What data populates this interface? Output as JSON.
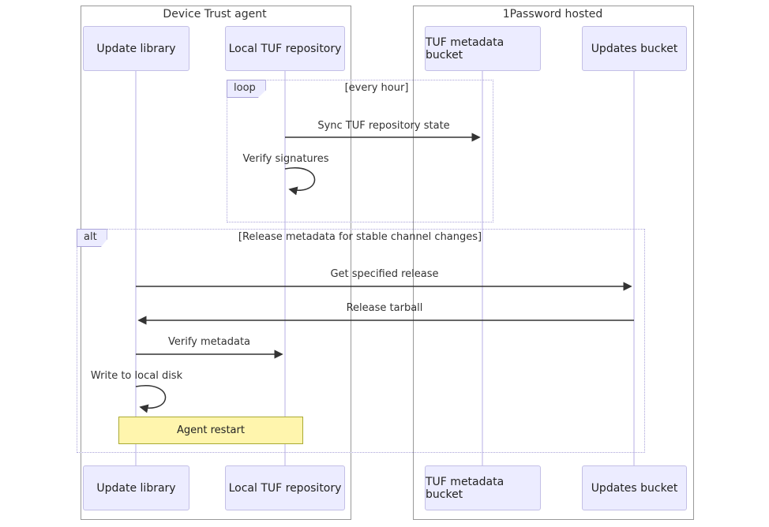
{
  "containers": {
    "left": {
      "title": "Device Trust agent"
    },
    "right": {
      "title": "1Password hosted"
    }
  },
  "participants": {
    "update_library": "Update library",
    "local_tuf_repository": "Local TUF repository",
    "tuf_metadata_bucket": "TUF metadata bucket",
    "updates_bucket": "Updates bucket"
  },
  "loop_frame": {
    "label": "loop",
    "condition": "[every hour]"
  },
  "alt_frame": {
    "label": "alt",
    "condition": "[Release metadata for stable channel changes]"
  },
  "messages": {
    "sync": {
      "label": "Sync TUF repository state",
      "from": "Local TUF repository",
      "to": "TUF metadata bucket"
    },
    "verify_signatures": {
      "label": "Verify signatures",
      "from": "Local TUF repository",
      "to": "Local TUF repository"
    },
    "get_release": {
      "label": "Get specified release",
      "from": "Update library",
      "to": "Updates bucket"
    },
    "release_tarball": {
      "label": "Release tarball",
      "from": "Updates bucket",
      "to": "Update library"
    },
    "verify_metadata": {
      "label": "Verify metadata",
      "from": "Update library",
      "to": "Local TUF repository"
    },
    "write_disk": {
      "label": "Write to local disk",
      "from": "Update library",
      "to": "Update library"
    }
  },
  "note": {
    "text": "Agent restart",
    "over": "Update library, Local TUF repository"
  },
  "colors": {
    "participant_fill": "#ECECFF",
    "participant_border": "#c3bfe6",
    "frame_border": "#aaa3d9",
    "note_fill": "#FFF5AD",
    "note_border": "#AAAA33",
    "lifeline": "#d2cdee",
    "container_border": "#999999",
    "arrow": "#333333",
    "text": "#333333"
  }
}
